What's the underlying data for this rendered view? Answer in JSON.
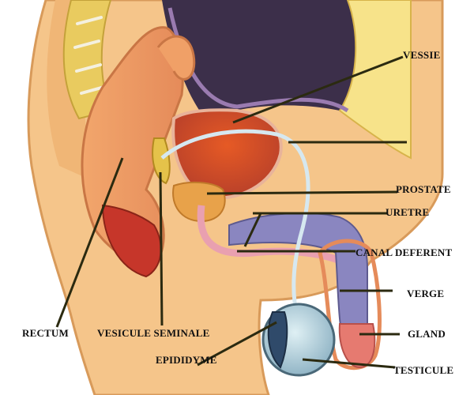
{
  "labels": {
    "vessie": "VESSIE",
    "prostate": "PROSTATE",
    "uretre": "URETRE",
    "canal_deferent": "CANAL DEFERENT",
    "verge": "VERGE",
    "gland": "GLAND",
    "testicule": "TESTICULE",
    "rectum": "RECTUM",
    "vesicule_seminale": "VESICULE SEMINALE",
    "epididyme": "EPIDIDYME"
  },
  "colors": {
    "background": "#ffffff",
    "skin": "#f5c58a",
    "muscle": "#e98a6a",
    "bladder": "#c5532f",
    "bladder_inner": "#d9481f",
    "prostate": "#e8a24a",
    "urethra": "#e9a0b0",
    "erectile": "#8a86c0",
    "pelvic_cavity": "#3c2f4a",
    "fat_yellow": "#f7e38a",
    "leader_line": "#2b2a10"
  }
}
